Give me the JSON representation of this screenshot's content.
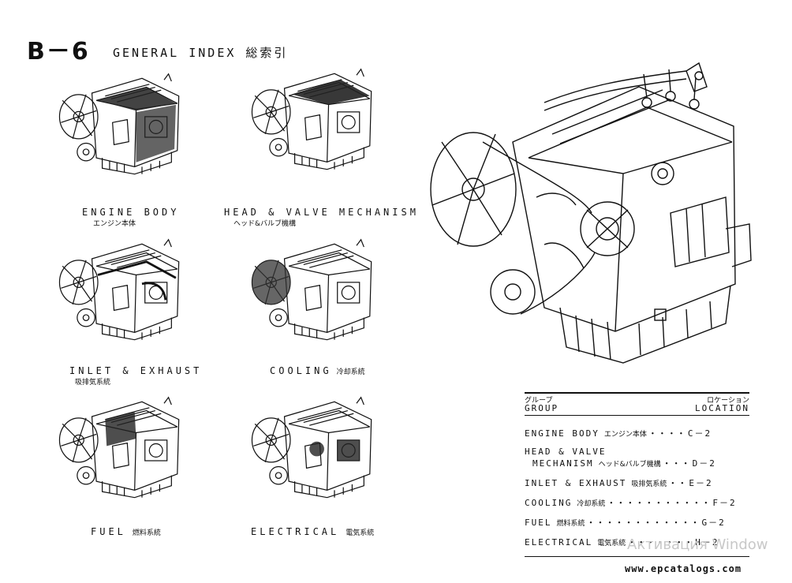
{
  "header": {
    "page_code": "B－6",
    "title": "GENERAL INDEX 総索引"
  },
  "panels": [
    {
      "key": "engine-body",
      "en": "ENGINE BODY",
      "jp": "エンジン本体"
    },
    {
      "key": "head-valve",
      "en": "HEAD & VALVE MECHANISM",
      "jp": "ヘッド&バルブ機構"
    },
    {
      "key": "inlet-exhaust",
      "en": "INLET & EXHAUST",
      "jp": "吸排気系統"
    },
    {
      "key": "cooling",
      "en": "COOLING",
      "jp": "冷却系統"
    },
    {
      "key": "fuel",
      "en": "FUEL",
      "jp": "燃料系統"
    },
    {
      "key": "electrical",
      "en": "ELECTRICAL",
      "jp": "電気系統"
    }
  ],
  "index_table": {
    "group_jp": "グループ",
    "group_en": "GROUP",
    "location_jp": "ロケーション",
    "location_en": "LOCATION",
    "rows": [
      {
        "en": "ENGINE BODY",
        "jp": "エンジン本体",
        "dots": "・・・・",
        "loc": "C－2"
      },
      {
        "en_line1": "HEAD & VALVE",
        "en": "MECHANISM",
        "jp": "ヘッド&バルブ機構",
        "dots": "・・・",
        "loc": "D－2"
      },
      {
        "en": "INLET & EXHAUST",
        "jp": "吸排気系統",
        "dots": "・・",
        "loc": "E－2"
      },
      {
        "en": "COOLING",
        "jp": "冷却系統",
        "dots": "・・・・・・・・・・・",
        "loc": "F－2"
      },
      {
        "en": "FUEL",
        "jp": "燃料系統",
        "dots": "・・・・・・・・・・・・",
        "loc": "G－2"
      },
      {
        "en": "ELECTRICAL",
        "jp": "電気系統",
        "dots": "・・・・・・・",
        "loc": "H－2"
      }
    ]
  },
  "watermark": "Активация Window",
  "website": "www.epcatalogs.com",
  "colors": {
    "ink": "#111111",
    "paper": "#ffffff",
    "watermark": "#c8c8c8"
  }
}
